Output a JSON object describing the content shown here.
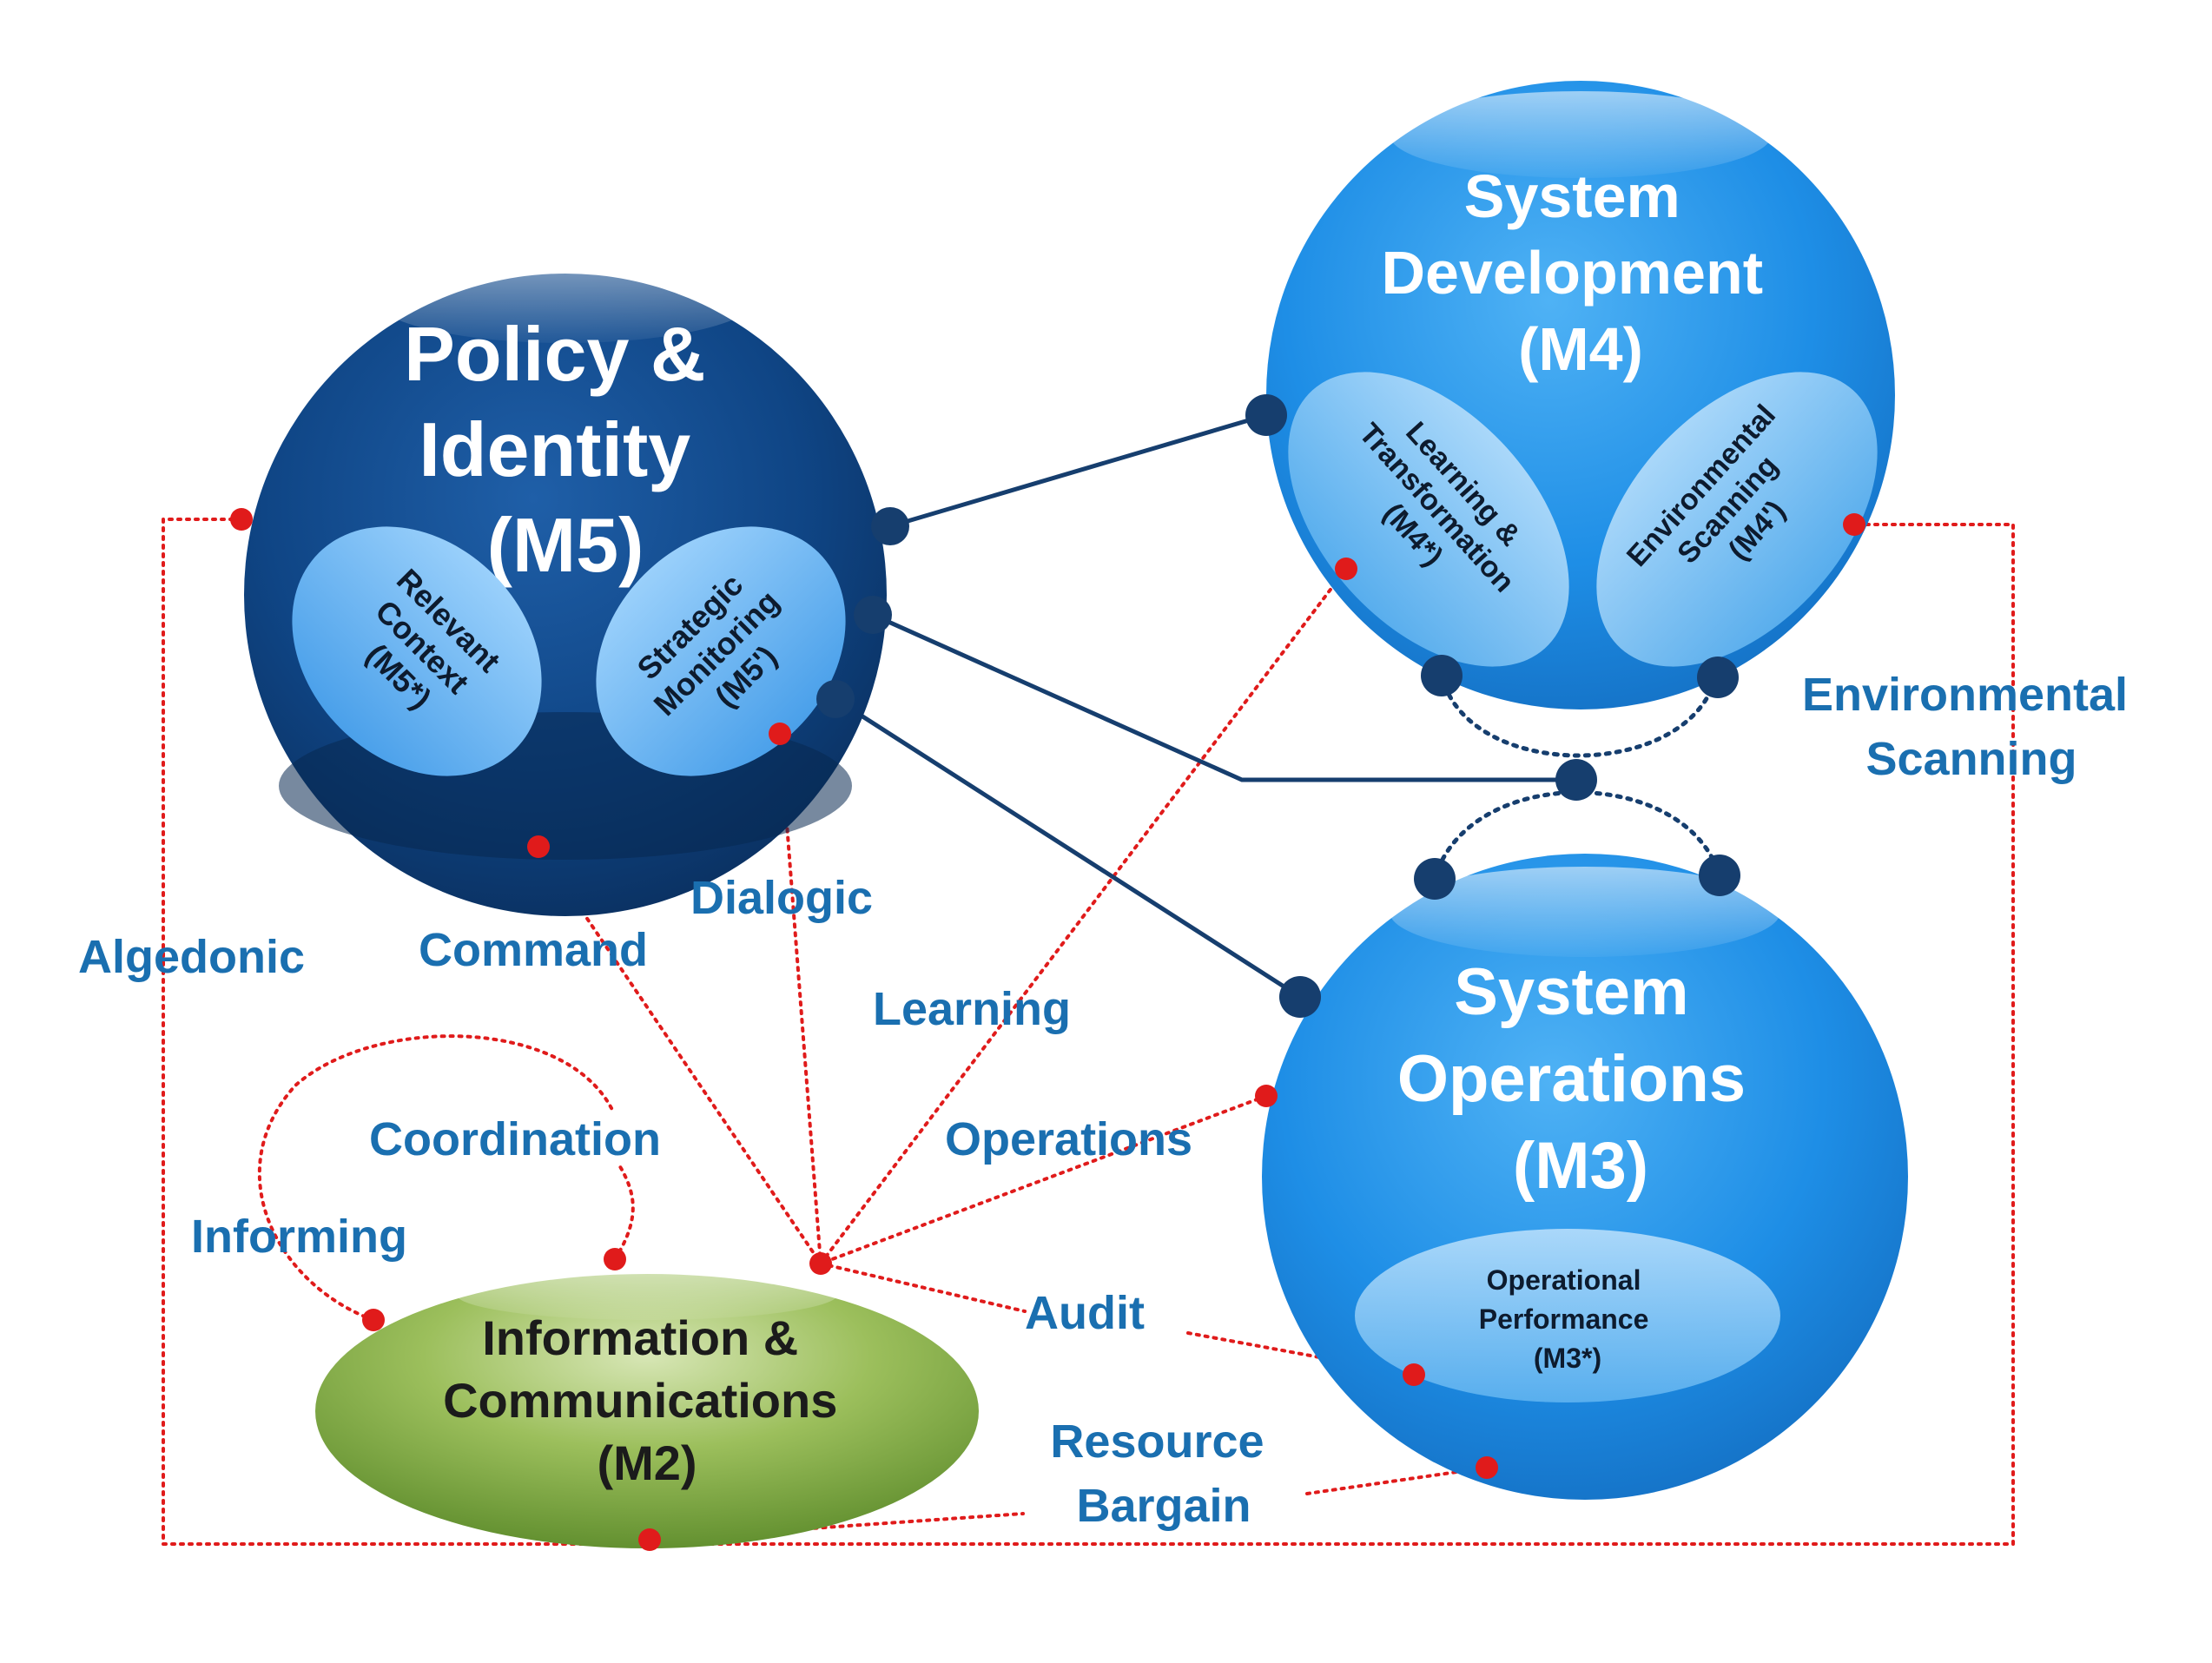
{
  "colors": {
    "m5_dark": "#0d3a72",
    "m4_blue": "#1e8ee6",
    "m3_blue": "#1e8ee6",
    "m2_green": "#7aa43a",
    "label_blue": "#1a6fb0",
    "red_dot": "#e01b1b",
    "connector_navy": "#163e6e",
    "white": "#ffffff",
    "dark_text": "#111111"
  },
  "nodes": {
    "m5": {
      "title_lines": [
        "Policy &",
        "Identity",
        "(M5)"
      ],
      "sub_left_lines": [
        "Relevant",
        "Context",
        "(M5*)"
      ],
      "sub_right_lines": [
        "Strategic",
        "Monitoring",
        "(M5')"
      ]
    },
    "m4": {
      "title_lines": [
        "System",
        "Development",
        "(M4)"
      ],
      "sub_left_lines": [
        "Learning &",
        "Transformation",
        "(M4*)"
      ],
      "sub_right_lines": [
        "Environmental",
        "Scanning",
        "(M4')"
      ]
    },
    "m3": {
      "title_lines": [
        "System",
        "Operations",
        "(M3)"
      ],
      "sub_lines": [
        "Operational",
        "Performance",
        "(M3*)"
      ]
    },
    "m2": {
      "title_lines": [
        "Information &",
        "Communications",
        "(M2)"
      ]
    }
  },
  "channels": {
    "algedonic": "Algedonic",
    "command": "Command",
    "dialogic": "Dialogic",
    "learning": "Learning",
    "coordination": "Coordination",
    "informing": "Informing",
    "operations": "Operations",
    "audit": "Audit",
    "resource_bargain_lines": [
      "Resource",
      "Bargain"
    ],
    "environmental_scanning_lines": [
      "Environmental",
      "Scanning"
    ]
  }
}
